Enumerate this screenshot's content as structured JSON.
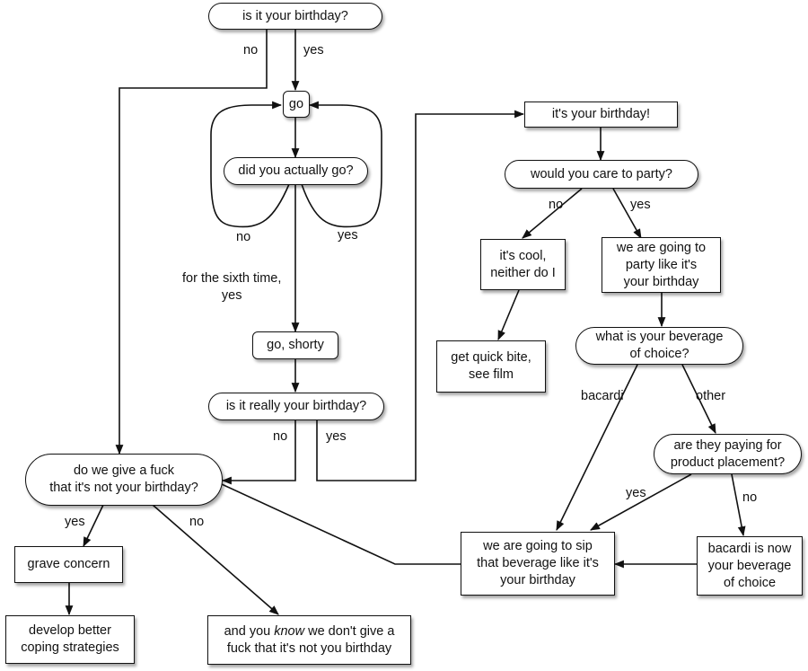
{
  "nodes": {
    "birthday_q": "is it your birthday?",
    "go": "go",
    "did_go": "did you actually go?",
    "go_shorty": "go, shorty",
    "really_q": "is it really your birthday?",
    "give_fuck_q": "do we give a fuck\nthat it's not your birthday?",
    "grave_concern": "grave concern",
    "coping": "develop better\ncoping strategies",
    "dont_give_pre": "and you ",
    "dont_give_em": "know",
    "dont_give_post": " we don't give a\nfuck that it's not you birthday",
    "its_birthday": "it's your birthday!",
    "care_party_q": "would you care to party?",
    "its_cool": "it's cool,\nneither do I",
    "quick_bite": "get quick bite,\nsee film",
    "party_like": "we are going to\nparty like it's\nyour birthday",
    "beverage_q": "what is your beverage\nof choice?",
    "paying_q": "are they paying for\nproduct placement?",
    "sip": "we are going to sip\nthat beverage like it's\nyour birthday",
    "bacardi_now": "bacardi is now\nyour beverage\nof choice"
  },
  "edges": {
    "no1": "no",
    "yes1": "yes",
    "no2": "no",
    "yes2": "yes",
    "sixth": "for the sixth time,\nyes",
    "no3": "no",
    "yes3": "yes",
    "yes4": "yes",
    "no4": "no",
    "no5": "no",
    "yes5": "yes",
    "bacardi": "bacardi",
    "other": "other",
    "yes6": "yes",
    "no6": "no"
  }
}
